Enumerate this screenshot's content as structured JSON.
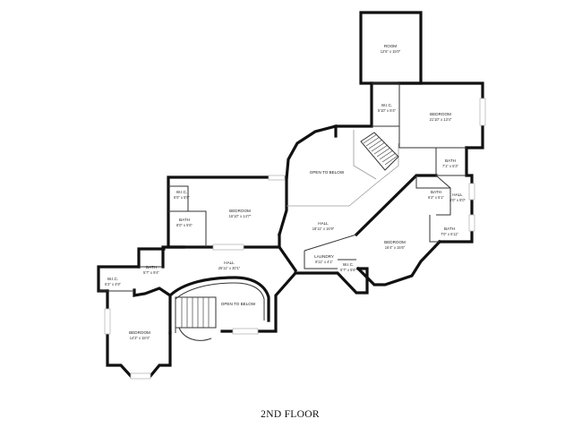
{
  "floor_title": "2ND FLOOR",
  "rooms": [
    {
      "id": "room-top",
      "name": "ROOM",
      "dims": "12'6\" x 15'0\""
    },
    {
      "id": "bedroom-ne",
      "name": "BEDROOM",
      "dims": "21'10\" x 13'4\""
    },
    {
      "id": "wic-ne",
      "name": "W.I.C.",
      "dims": "5'10\" x 8'4\""
    },
    {
      "id": "bath-ne",
      "name": "BATH",
      "dims": "7'1\" x 6'3\""
    },
    {
      "id": "open-below-upper",
      "name": "OPEN TO BELOW",
      "dims": ""
    },
    {
      "id": "bath-e",
      "name": "BATH",
      "dims": "6'2\" x 5'1\""
    },
    {
      "id": "hall-e",
      "name": "HALL",
      "dims": "4'0\" x 8'0\""
    },
    {
      "id": "bath-se",
      "name": "BATH",
      "dims": "7'0\" x 6'11\""
    },
    {
      "id": "wic-w",
      "name": "W.I.C.",
      "dims": "6'0\" x 5'9\""
    },
    {
      "id": "bedroom-w",
      "name": "BEDROOM",
      "dims": "16'10\" x 14'7\""
    },
    {
      "id": "bath-w",
      "name": "BATH",
      "dims": "8'0\" x 5'6\""
    },
    {
      "id": "hall-central",
      "name": "HALL",
      "dims": "18'11\" x 16'9\""
    },
    {
      "id": "bedroom-e",
      "name": "BEDROOM",
      "dims": "16'4\" x 15'6\""
    },
    {
      "id": "laundry",
      "name": "LAUNDRY",
      "dims": "8'11\" x 4'1\""
    },
    {
      "id": "wic-se",
      "name": "W.I.C.",
      "dims": "6'7\" x 5'6\""
    },
    {
      "id": "hall-sw",
      "name": "HALL",
      "dims": "26'11\" x 30'1\""
    },
    {
      "id": "bath-sw",
      "name": "BATH",
      "dims": "5'7\" x 9'4\""
    },
    {
      "id": "wic-sw",
      "name": "W.I.C.",
      "dims": "5'2\" x 4'9\""
    },
    {
      "id": "open-below-lower",
      "name": "OPEN TO BELOW",
      "dims": ""
    },
    {
      "id": "bedroom-sw",
      "name": "BEDROOM",
      "dims": "14'3\" x 18'4\""
    }
  ]
}
